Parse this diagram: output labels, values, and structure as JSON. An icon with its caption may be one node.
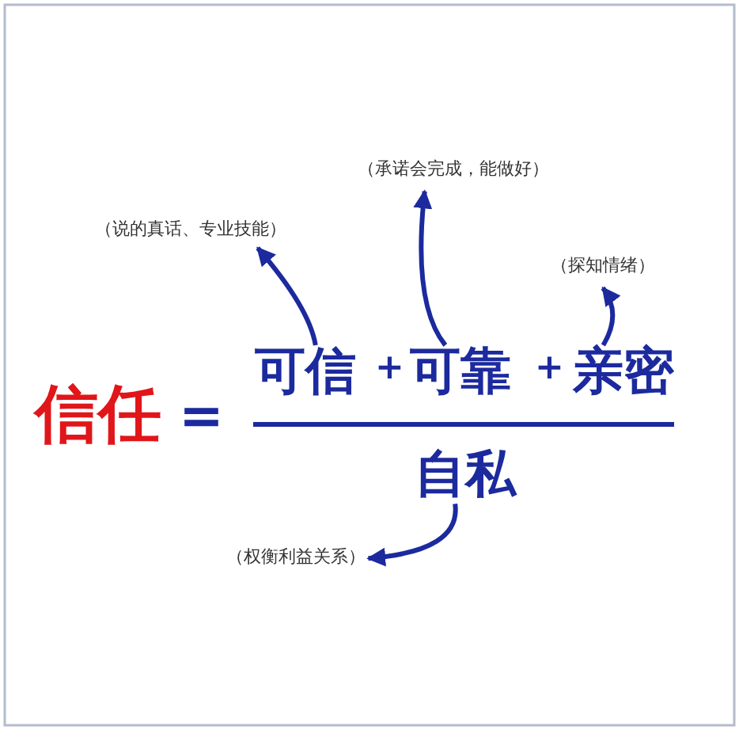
{
  "diagram": {
    "nodes": [
      {
        "text": [
          "信任"
        ]
      },
      {
        "text": [
          "可信"
        ]
      },
      {
        "text": [
          "可靠"
        ]
      },
      {
        "text": [
          "亲密"
        ]
      },
      {
        "text": [
          "自私"
        ]
      },
      {
        "text": [
          "（说的真话、专业技能）"
        ]
      },
      {
        "text": [
          "（承诺会完成，能做好）"
        ]
      },
      {
        "text": [
          "（探知情绪）"
        ]
      },
      {
        "text": [
          "（权衡利益关系）"
        ]
      }
    ],
    "edges": [
      {
        "from": 1,
        "to": 5,
        "arrow": "to"
      },
      {
        "from": 2,
        "to": 6,
        "arrow": "to"
      },
      {
        "from": 3,
        "to": 7,
        "arrow": "to"
      },
      {
        "from": 4,
        "to": 8,
        "arrow": "to"
      }
    ],
    "labels": [
      "=",
      "+",
      "+"
    ]
  }
}
